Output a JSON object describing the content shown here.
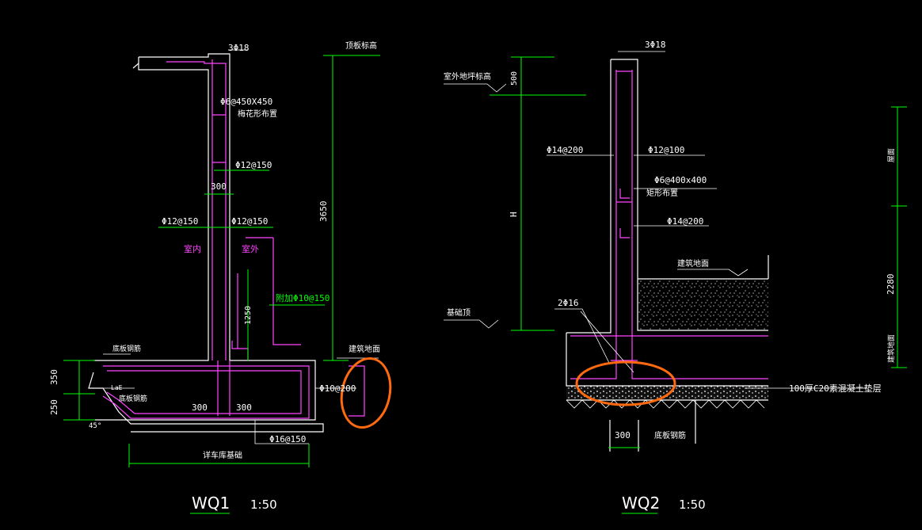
{
  "colors": {
    "background": "#000000",
    "rebar": "#ff44ff",
    "dimension": "#00ff00",
    "concrete": "#ffffff",
    "highlight": "#ff6a10"
  },
  "wq1": {
    "title": "WQ1",
    "scale": "1:50",
    "top_bar": "3Φ18",
    "roof_level": "顶板标高",
    "mesh_spec": "Φ6@450X450",
    "mesh_note": "梅花形布置",
    "vert_bar_out": "Φ12@150",
    "wall_thickness": "300",
    "vert_bar_in_left": "Φ12@150",
    "vert_bar_in_right": "Φ12@150",
    "indoor_label": "室内",
    "outdoor_label": "室外",
    "dim_height": "3650",
    "dim_1250": "1250",
    "stirrup_label": "附加Φ10@150",
    "ground_label": "建筑地面",
    "slab_bar_label": "Φ10@200",
    "bottom_bar_label": "Φ16@150",
    "dim_350": "350",
    "dim_250": "250",
    "dim_300_left": "300",
    "dim_300_right": "300",
    "angle_45": "45°",
    "left_note_1": "底板钢筋",
    "left_note_2": "底板钢筋",
    "lae_note": "LaE",
    "bottom_note": "详车库基础"
  },
  "wq2": {
    "title": "WQ2",
    "scale": "1:50",
    "top_bar": "3Φ18",
    "outdoor_grade": "室外地坪标高",
    "dim_500": "500",
    "dim_h": "H",
    "bar_left": "Φ14@200",
    "bar_right": "Φ12@100",
    "mesh_spec": "Φ6@400x400",
    "mesh_note": "矩形布置",
    "bar_right_2": "Φ14@200",
    "ground_label": "建筑地面",
    "foundation_top": "基础顶",
    "bars_2": "2Φ16",
    "cushion_label": "100厚C20素混凝土垫层",
    "dim_300": "300",
    "slab_note": "底板钢筋",
    "right_top": "屋面",
    "right_dim": "2280",
    "right_bottom": "建筑地面"
  }
}
